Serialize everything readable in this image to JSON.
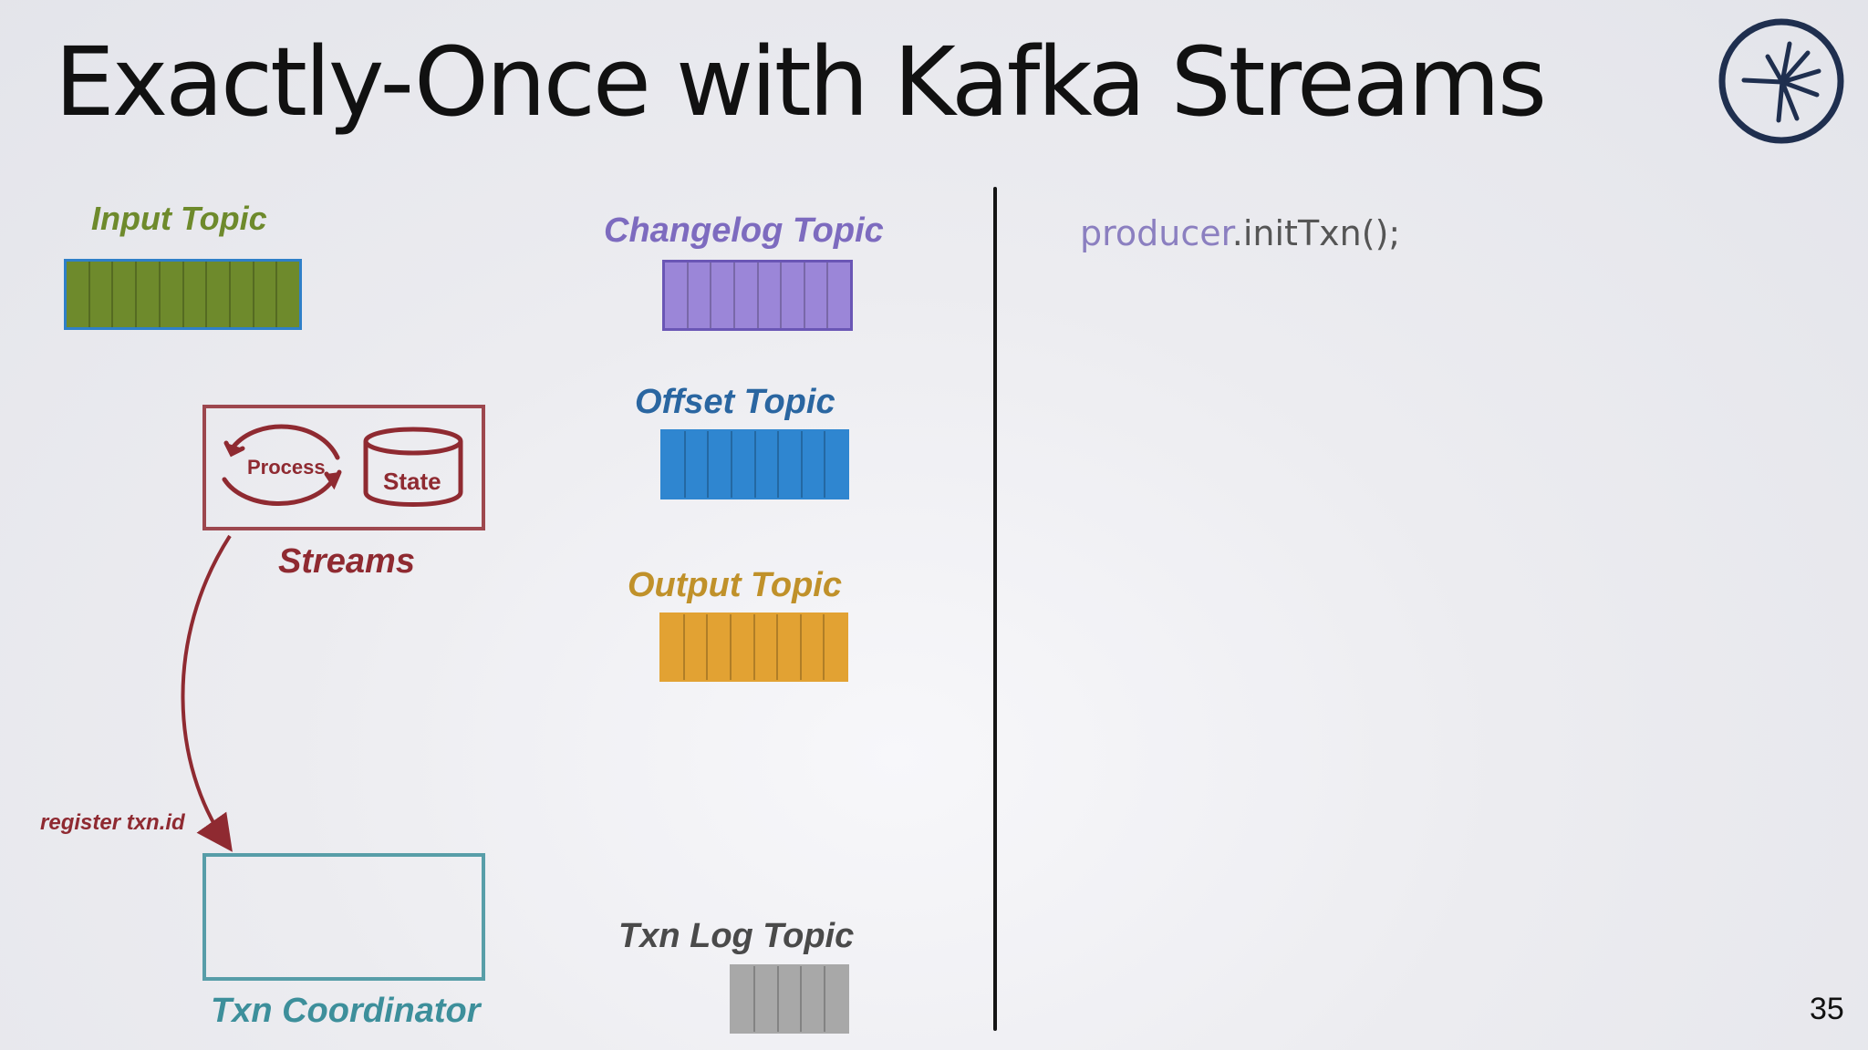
{
  "slide": {
    "title": "Exactly-Once with Kafka Streams",
    "page_number": "35",
    "logo_icon": "confluent-logo-icon"
  },
  "topics": {
    "input": {
      "label": "Input Topic",
      "color": "#6e8a2c",
      "label_color": "#6e8a2c",
      "border_color": "#2f80c8",
      "partitions": 10
    },
    "changelog": {
      "label": "Changelog Topic",
      "color": "#9b86d8",
      "label_color": "#7d6bbf",
      "border_color": "#6a56b5",
      "partitions": 8
    },
    "offset": {
      "label": "Offset Topic",
      "color": "#2f86d0",
      "label_color": "#2a66a1",
      "border_color": "#2f86d0",
      "partitions": 8
    },
    "output": {
      "label": "Output Topic",
      "color": "#e2a233",
      "label_color": "#c0912a",
      "border_color": "#e2a233",
      "partitions": 8
    },
    "txn_log": {
      "label": "Txn Log Topic",
      "color": "#a8a8a8",
      "label_color": "#4a4a4a",
      "border_color": "#a8a8a8",
      "partitions": 5
    }
  },
  "streams": {
    "label": "Streams",
    "process_label": "Process",
    "state_label": "State",
    "color": "#8f2a31"
  },
  "txn_coordinator": {
    "label": "Txn Coordinator",
    "color": "#3d8f9b"
  },
  "arrow": {
    "label": "register txn.id",
    "color": "#8f2a31"
  },
  "code": {
    "object": "producer",
    "method": ".initTxn();",
    "object_color": "#8b7fc0",
    "method_color": "#555555"
  }
}
